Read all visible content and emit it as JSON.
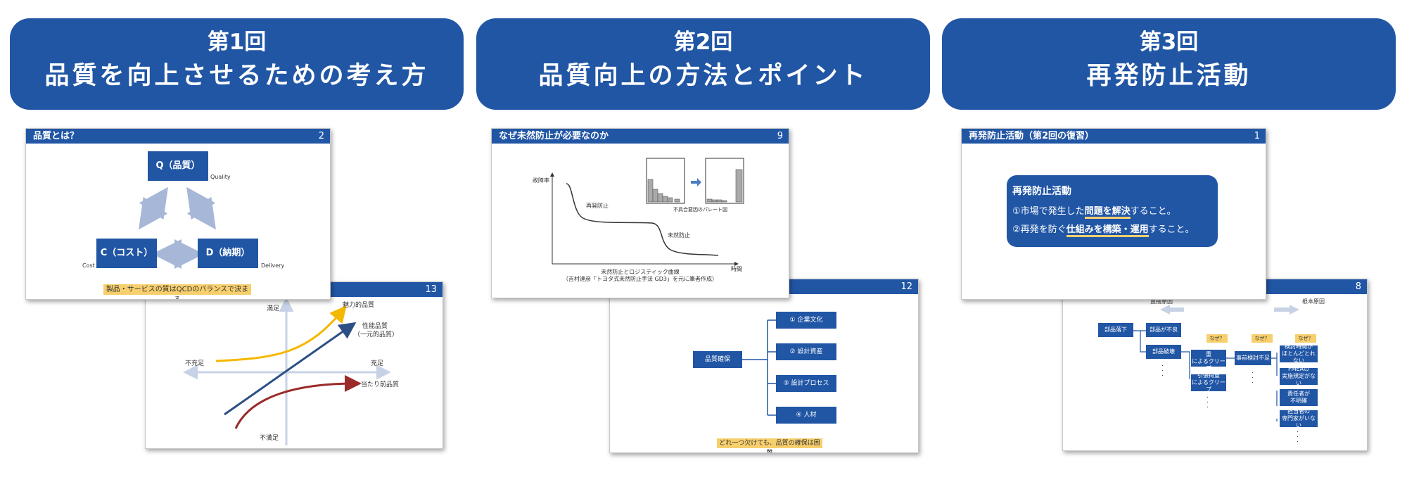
{
  "headers": [
    {
      "num": "第1回",
      "title": "品質を向上させるための考え方"
    },
    {
      "num": "第2回",
      "title": "品質向上の方法とポイント"
    },
    {
      "num": "第3回",
      "title": "再発防止活動"
    }
  ],
  "s1a": {
    "title": "品質とは？",
    "page": "2",
    "q": "Q（品質）",
    "q_en": "Quality",
    "c": "C（コスト）",
    "c_en": "Cost",
    "d": "D（納期）",
    "d_en": "Delivery",
    "note": "製品・サービスの質はQCDのバランスで決まる"
  },
  "s1b": {
    "page": "13",
    "satisfied": "満足",
    "dissatisfied": "不満足",
    "insufficient": "不充足",
    "sufficient": "充足",
    "attractive": "魅力的品質",
    "performance1": "性能品質",
    "performance2": "（一元的品質）",
    "mustbe": "当たり前品質"
  },
  "s2a": {
    "title": "なぜ未然防止が必要なのか",
    "page": "9",
    "ylabel": "故障率",
    "xlabel": "時間",
    "recur": "再発防止",
    "prevent": "未然防止",
    "pareto": "不具合要因のパレート図",
    "cap1": "未然防止とロジスティック曲線",
    "cap2": "（吉村達彦「トヨタ式未然防止手法 GD3」を元に筆者作成）"
  },
  "s2b": {
    "page": "12",
    "root": "品質確保",
    "items": [
      "① 企業文化",
      "② 設計資産",
      "③ 設計プロセス",
      "④ 人材"
    ],
    "note": "どれ一つ欠けても、品質の確保は困難"
  },
  "s3a": {
    "title": "再発防止活動（第2回の復習）",
    "page": "1",
    "box_title": "再発防止活動",
    "l1a": "①市場で発生した",
    "l1b": "問題を解決",
    "l1c": "すること。",
    "l2a": "②再発を防ぐ",
    "l2b": "仕組みを構築・運用",
    "l2c": "すること。"
  },
  "s3b": {
    "page": "8",
    "direct": "直接原因",
    "root_cause": "根本原因",
    "why": "なぜ？",
    "c0": "部品落下",
    "c1": "部品が不良",
    "c2": "部品破壊",
    "c3a": "モーメント荷重",
    "c3b": "によるクリープ",
    "c4a": "引張荷重",
    "c4b": "によるクリープ",
    "c5": "事前検討不足",
    "c6a": "検討時間が",
    "c6b": "ほとんどとれない",
    "c7a": "FMEAの",
    "c7b": "実施規定がない",
    "c8a": "責任者が",
    "c8b": "不明確",
    "c9a": "担当者の",
    "c9b": "専門家がいない"
  }
}
